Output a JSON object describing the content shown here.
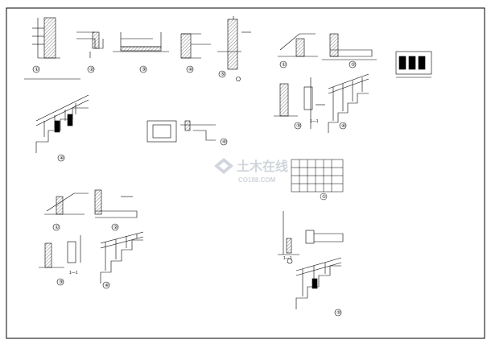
{
  "drawing_labels": {
    "section_a": "1—1",
    "section_b": "1—1",
    "section_c": "1—1",
    "mark_1": "①",
    "mark_2": "②",
    "mark_3": "③",
    "mark_4": "④",
    "mark_5": "⑤",
    "mark_6": "⑥"
  },
  "watermark": {
    "title": "土木在线",
    "url": "CO188.COM"
  },
  "colors": {
    "ink": "#000000",
    "paper": "#ffffff",
    "watermark": "#c9ced6"
  }
}
